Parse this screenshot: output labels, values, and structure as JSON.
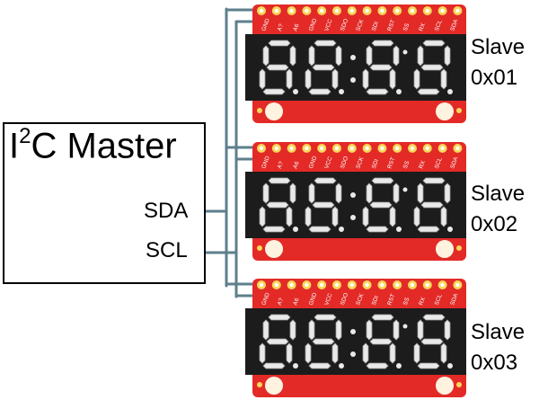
{
  "master": {
    "title_main": "I",
    "title_sup": "2",
    "title_rest": "C Master",
    "sda_label": "SDA",
    "scl_label": "SCL"
  },
  "board": {
    "pin_labels": [
      "GND",
      "A?",
      "A6",
      "GND",
      "VCC",
      "SDO",
      "SCK",
      "SDI",
      "RST",
      "SS",
      "RX",
      "SCL",
      "SDA"
    ],
    "colors": {
      "pcb": "#e32a27",
      "pad": "#f7d85a",
      "display": "#1c1c1c",
      "segment": "#e9e9e9",
      "wire": "#5e7f8c"
    }
  },
  "slaves": [
    {
      "line1": "Slave",
      "line2": "0x01"
    },
    {
      "line1": "Slave",
      "line2": "0x02"
    },
    {
      "line1": "Slave",
      "line2": "0x03"
    }
  ]
}
